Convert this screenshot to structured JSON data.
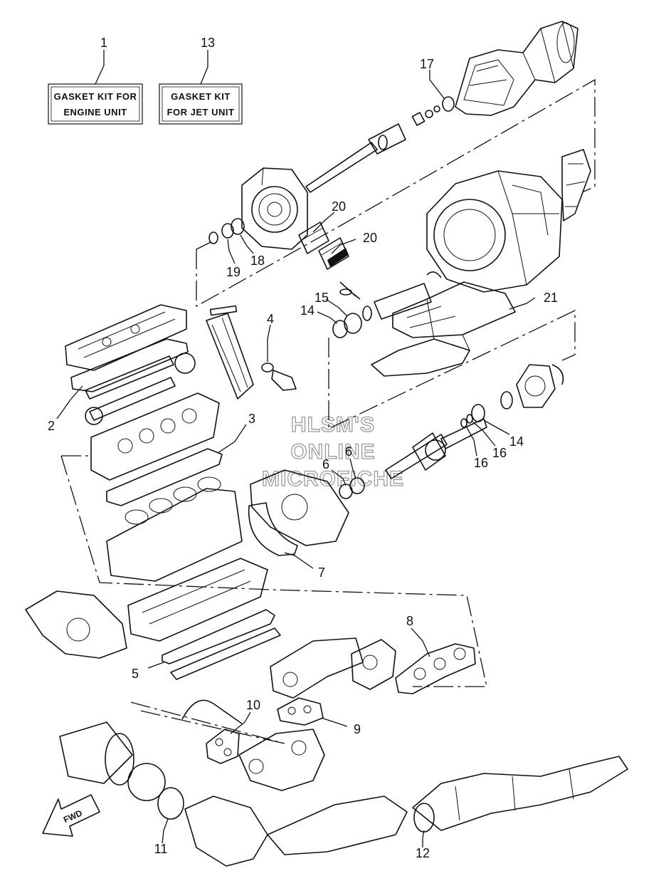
{
  "kit_labels": {
    "engine_line1": "GASKET KIT FOR",
    "engine_line2": "ENGINE UNIT",
    "jet_line1": "GASKET KIT",
    "jet_line2": "FOR JET UNIT"
  },
  "callouts": {
    "c1": "1",
    "c2": "2",
    "c3": "3",
    "c4": "4",
    "c5": "5",
    "c6a": "6",
    "c6b": "6",
    "c7": "7",
    "c8": "8",
    "c9": "9",
    "c10": "10",
    "c11": "11",
    "c12": "12",
    "c13": "13",
    "c14a": "14",
    "c14b": "14",
    "c15": "15",
    "c16a": "16",
    "c16b": "16",
    "c17": "17",
    "c18": "18",
    "c19": "19",
    "c20a": "20",
    "c20b": "20",
    "c21": "21"
  },
  "watermark": {
    "line1": "HLSM'S",
    "line2": "ONLINE",
    "line3": "MICROFICHE"
  },
  "direction_label": "FWD"
}
